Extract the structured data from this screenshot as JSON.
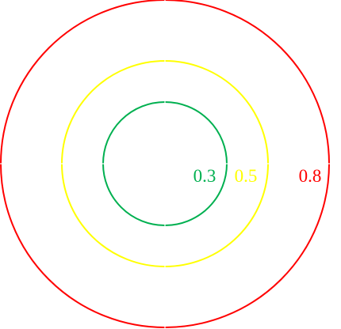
{
  "diagram": {
    "rings": [
      {
        "label": "0.3",
        "value": 0.3,
        "color": "#00b050"
      },
      {
        "label": "0.5",
        "value": 0.5,
        "color": "#ffff00"
      },
      {
        "label": "0.8",
        "value": 0.8,
        "color": "#ff0000"
      }
    ],
    "background": "#ffffff",
    "tick_color": "#ffffff"
  }
}
